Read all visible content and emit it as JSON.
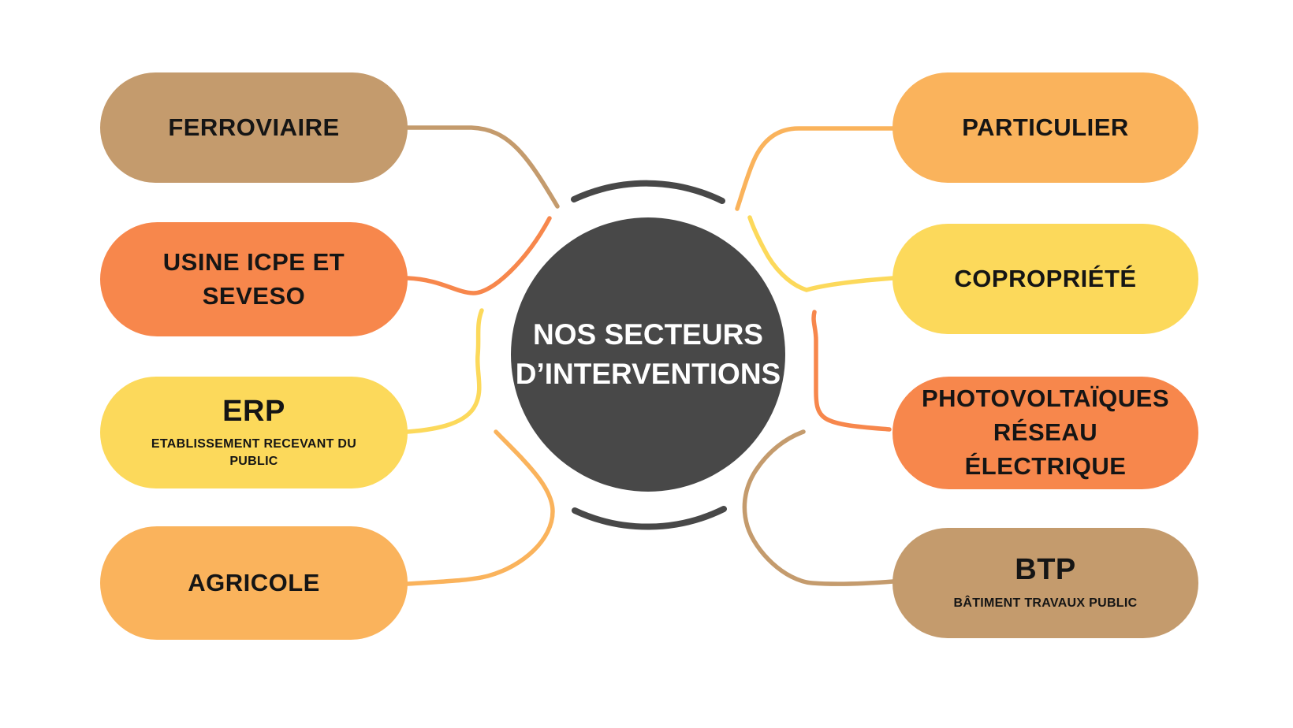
{
  "center": {
    "title_line1": "NOS SECTEURS",
    "title_line2": "D’INTERVENTIONS",
    "circle_color": "#484848",
    "text_color": "#ffffff"
  },
  "colors": {
    "tan": "#C49B6D",
    "orange": "#F7874C",
    "yellow": "#FCD95B",
    "amber": "#FAB35C",
    "dark_arc": "#484848",
    "background": "#ffffff",
    "label_text": "#151515"
  },
  "nodes": {
    "left": [
      {
        "id": "ferroviaire",
        "label": "FERROVIAIRE",
        "sublabel": "",
        "color": "#C49B6D"
      },
      {
        "id": "usine-icpe-et-seveso",
        "label": "USINE ICPE ET\nSEVESO",
        "sublabel": "",
        "color": "#F7874C"
      },
      {
        "id": "erp",
        "label": "ERP",
        "sublabel": "ETABLISSEMENT RECEVANT DU\nPUBLIC",
        "color": "#FCD95B"
      },
      {
        "id": "agricole",
        "label": "AGRICOLE",
        "sublabel": "",
        "color": "#FAB35C"
      }
    ],
    "right": [
      {
        "id": "particulier",
        "label": "PARTICULIER",
        "sublabel": "",
        "color": "#FAB35C"
      },
      {
        "id": "copropriete",
        "label": "COPROPRIÉTÉ",
        "sublabel": "",
        "color": "#FCD95B"
      },
      {
        "id": "photovoltaiques-reseau-electrique",
        "label": "PHOTOVOLTAÏQUES\nRÉSEAU\nÉLECTRIQUE",
        "sublabel": "",
        "color": "#F7874C"
      },
      {
        "id": "btp",
        "label": "BTP",
        "sublabel": "BÂTIMENT TRAVAUX PUBLIC",
        "color": "#C49B6D"
      }
    ]
  }
}
